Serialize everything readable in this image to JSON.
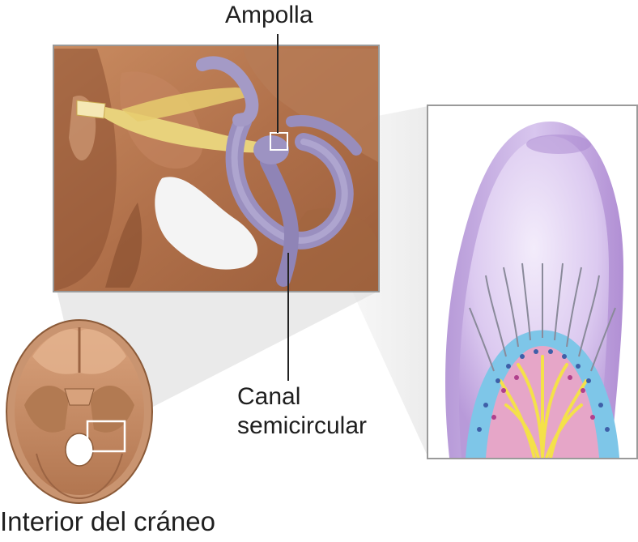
{
  "labels": {
    "ampolla": "Ampolla",
    "canal_line1": "Canal",
    "canal_line2": "semicircular",
    "interior": "Interior del cráneo"
  },
  "colors": {
    "bone": "#b8764f",
    "bone_light": "#d9a07a",
    "bone_dark": "#7a4628",
    "labyrinth": "#9b8fc0",
    "nerve": "#e9d27a",
    "ampulla_bubble": "#c9b3e6",
    "hair_cells_blue": "#7ec6e8",
    "hair_cells_pink": "#e6a6c8",
    "nerve_fibers": "#f4e14a"
  }
}
